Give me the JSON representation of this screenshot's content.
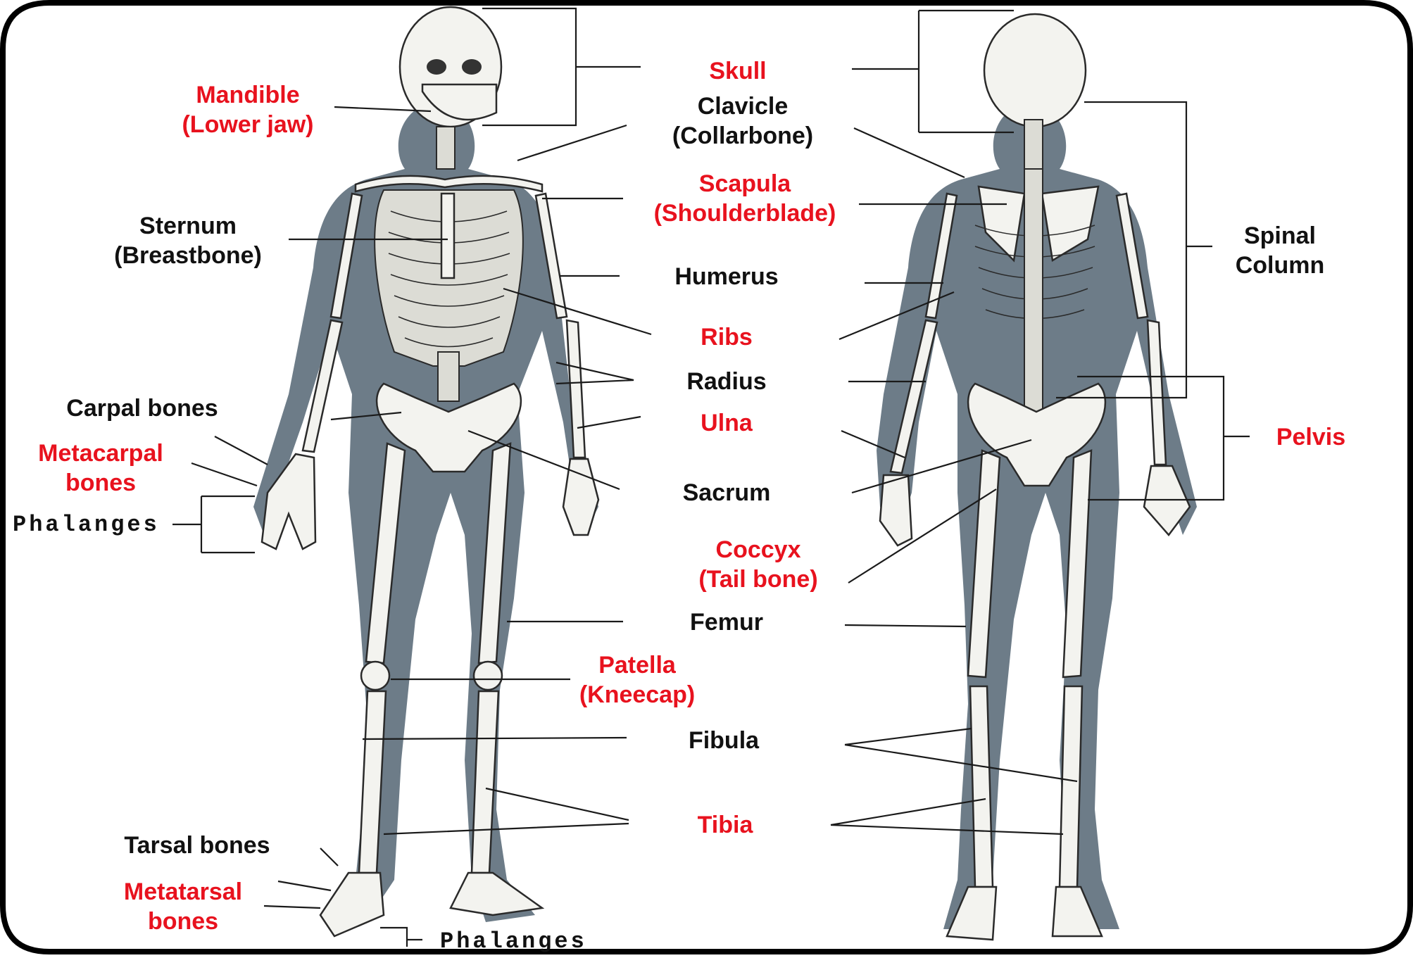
{
  "diagram": {
    "colors": {
      "label_black": "#111111",
      "label_red": "#e8121e",
      "silhouette": "#6d7c88",
      "bone": "#f3f3ef"
    },
    "labels": {
      "skull": "Skull",
      "mandible_1": "Mandible",
      "mandible_2": "(Lower jaw)",
      "clavicle_1": "Clavicle",
      "clavicle_2": "(Collarbone)",
      "scapula_1": "Scapula",
      "scapula_2": "(Shoulderblade)",
      "sternum_1": "Sternum",
      "sternum_2": "(Breastbone)",
      "humerus": "Humerus",
      "ribs": "Ribs",
      "radius": "Radius",
      "ulna": "Ulna",
      "carpal": "Carpal bones",
      "metacarpal_1": "Metacarpal",
      "metacarpal_2": "bones",
      "phalanges_hand": "Phalanges",
      "sacrum": "Sacrum",
      "coccyx_1": "Coccyx",
      "coccyx_2": "(Tail bone)",
      "femur": "Femur",
      "patella_1": "Patella",
      "patella_2": "(Kneecap)",
      "fibula": "Fibula",
      "tibia": "Tibia",
      "tarsal": "Tarsal bones",
      "metatarsal_1": "Metatarsal",
      "metatarsal_2": "bones",
      "phalanges_foot": "Phalanges",
      "spinal_1": "Spinal",
      "spinal_2": "Column",
      "pelvis": "Pelvis"
    }
  }
}
